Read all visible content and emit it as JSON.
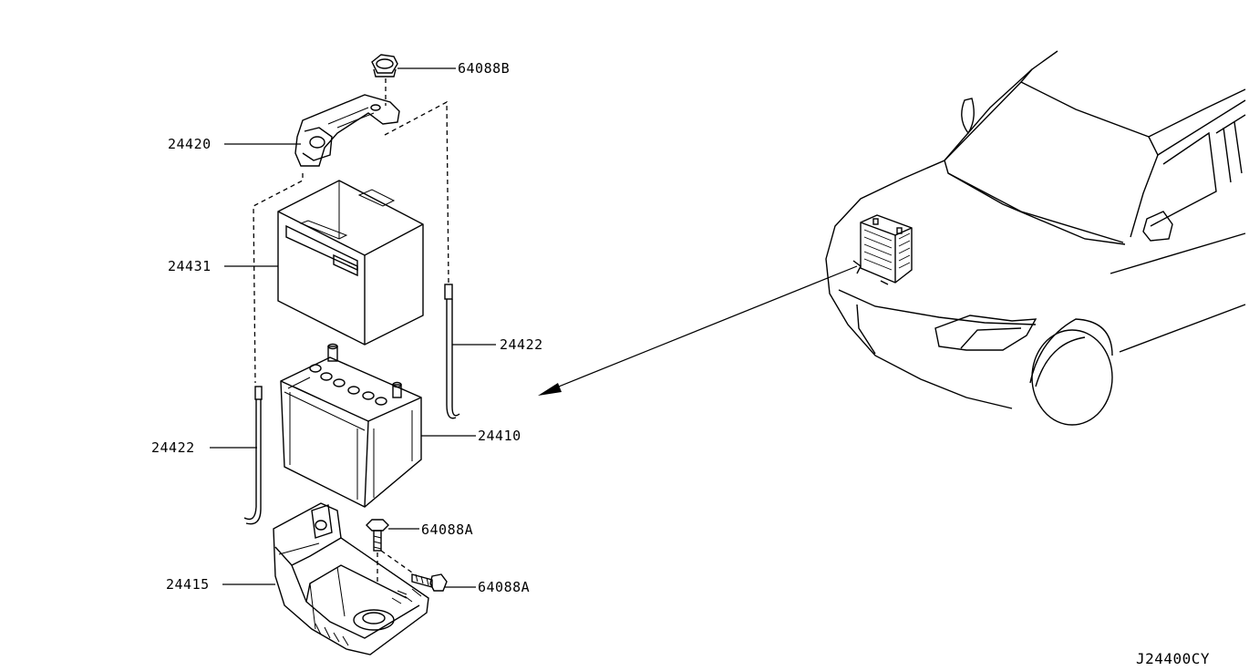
{
  "labels": {
    "nut_top": "64088B",
    "bracket": "24420",
    "cover": "24431",
    "rod_right": "24422",
    "battery": "24410",
    "rod_left": "24422",
    "bolt_upper": "64088A",
    "tray": "24415",
    "bolt_lower": "64088A"
  },
  "document_id": "J24400CY"
}
